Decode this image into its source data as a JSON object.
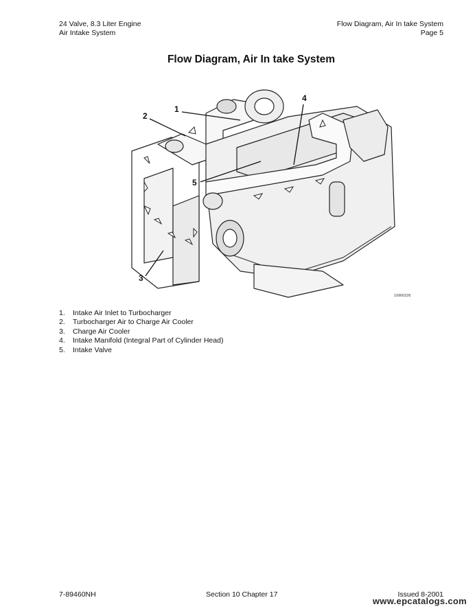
{
  "header": {
    "left_line1": "24 Valve, 8.3 Liter Engine",
    "left_line2": "Air Intake System",
    "right_line1": "Flow Diagram, Air In take System",
    "right_line2": "Page 5"
  },
  "title": "Flow Diagram, Air In take System",
  "figure": {
    "callouts": [
      "1",
      "2",
      "3",
      "4",
      "5"
    ],
    "figure_id": "10900226"
  },
  "legend": [
    {
      "num": "1.",
      "text": "Intake Air Inlet to Turbocharger"
    },
    {
      "num": "2.",
      "text": "Turbocharger Air to Charge Air Cooler"
    },
    {
      "num": "3.",
      "text": "Charge Air Cooler"
    },
    {
      "num": "4.",
      "text": "Intake Manifold (Integral Part of Cylinder Head)"
    },
    {
      "num": "5.",
      "text": "Intake Valve"
    }
  ],
  "footer": {
    "left": "7-89460NH",
    "center": "Section 10 Chapter 17",
    "right": "Issued 8-2001"
  },
  "watermark": "www.epcatalogs.com"
}
